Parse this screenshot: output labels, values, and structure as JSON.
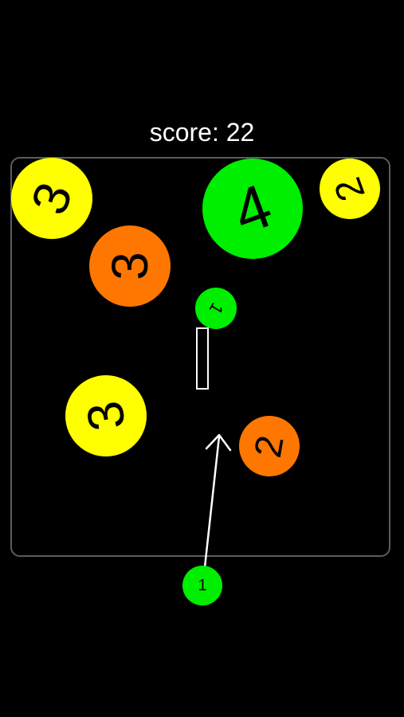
{
  "score": {
    "label": "score: 22"
  },
  "colors": {
    "yellow": "#ffff00",
    "orange": "#ff7700",
    "green": "#00ee00",
    "arena_border": "#5c5c5c",
    "background": "#000000",
    "text": "#ffffff"
  },
  "balls": [
    {
      "value": "3",
      "color": "yellow"
    },
    {
      "value": "4",
      "color": "green"
    },
    {
      "value": "2",
      "color": "yellow"
    },
    {
      "value": "3",
      "color": "orange"
    },
    {
      "value": "1",
      "color": "green"
    },
    {
      "value": "3",
      "color": "yellow"
    },
    {
      "value": "2",
      "color": "orange"
    }
  ],
  "launcher": {
    "value": "1",
    "color": "green"
  }
}
